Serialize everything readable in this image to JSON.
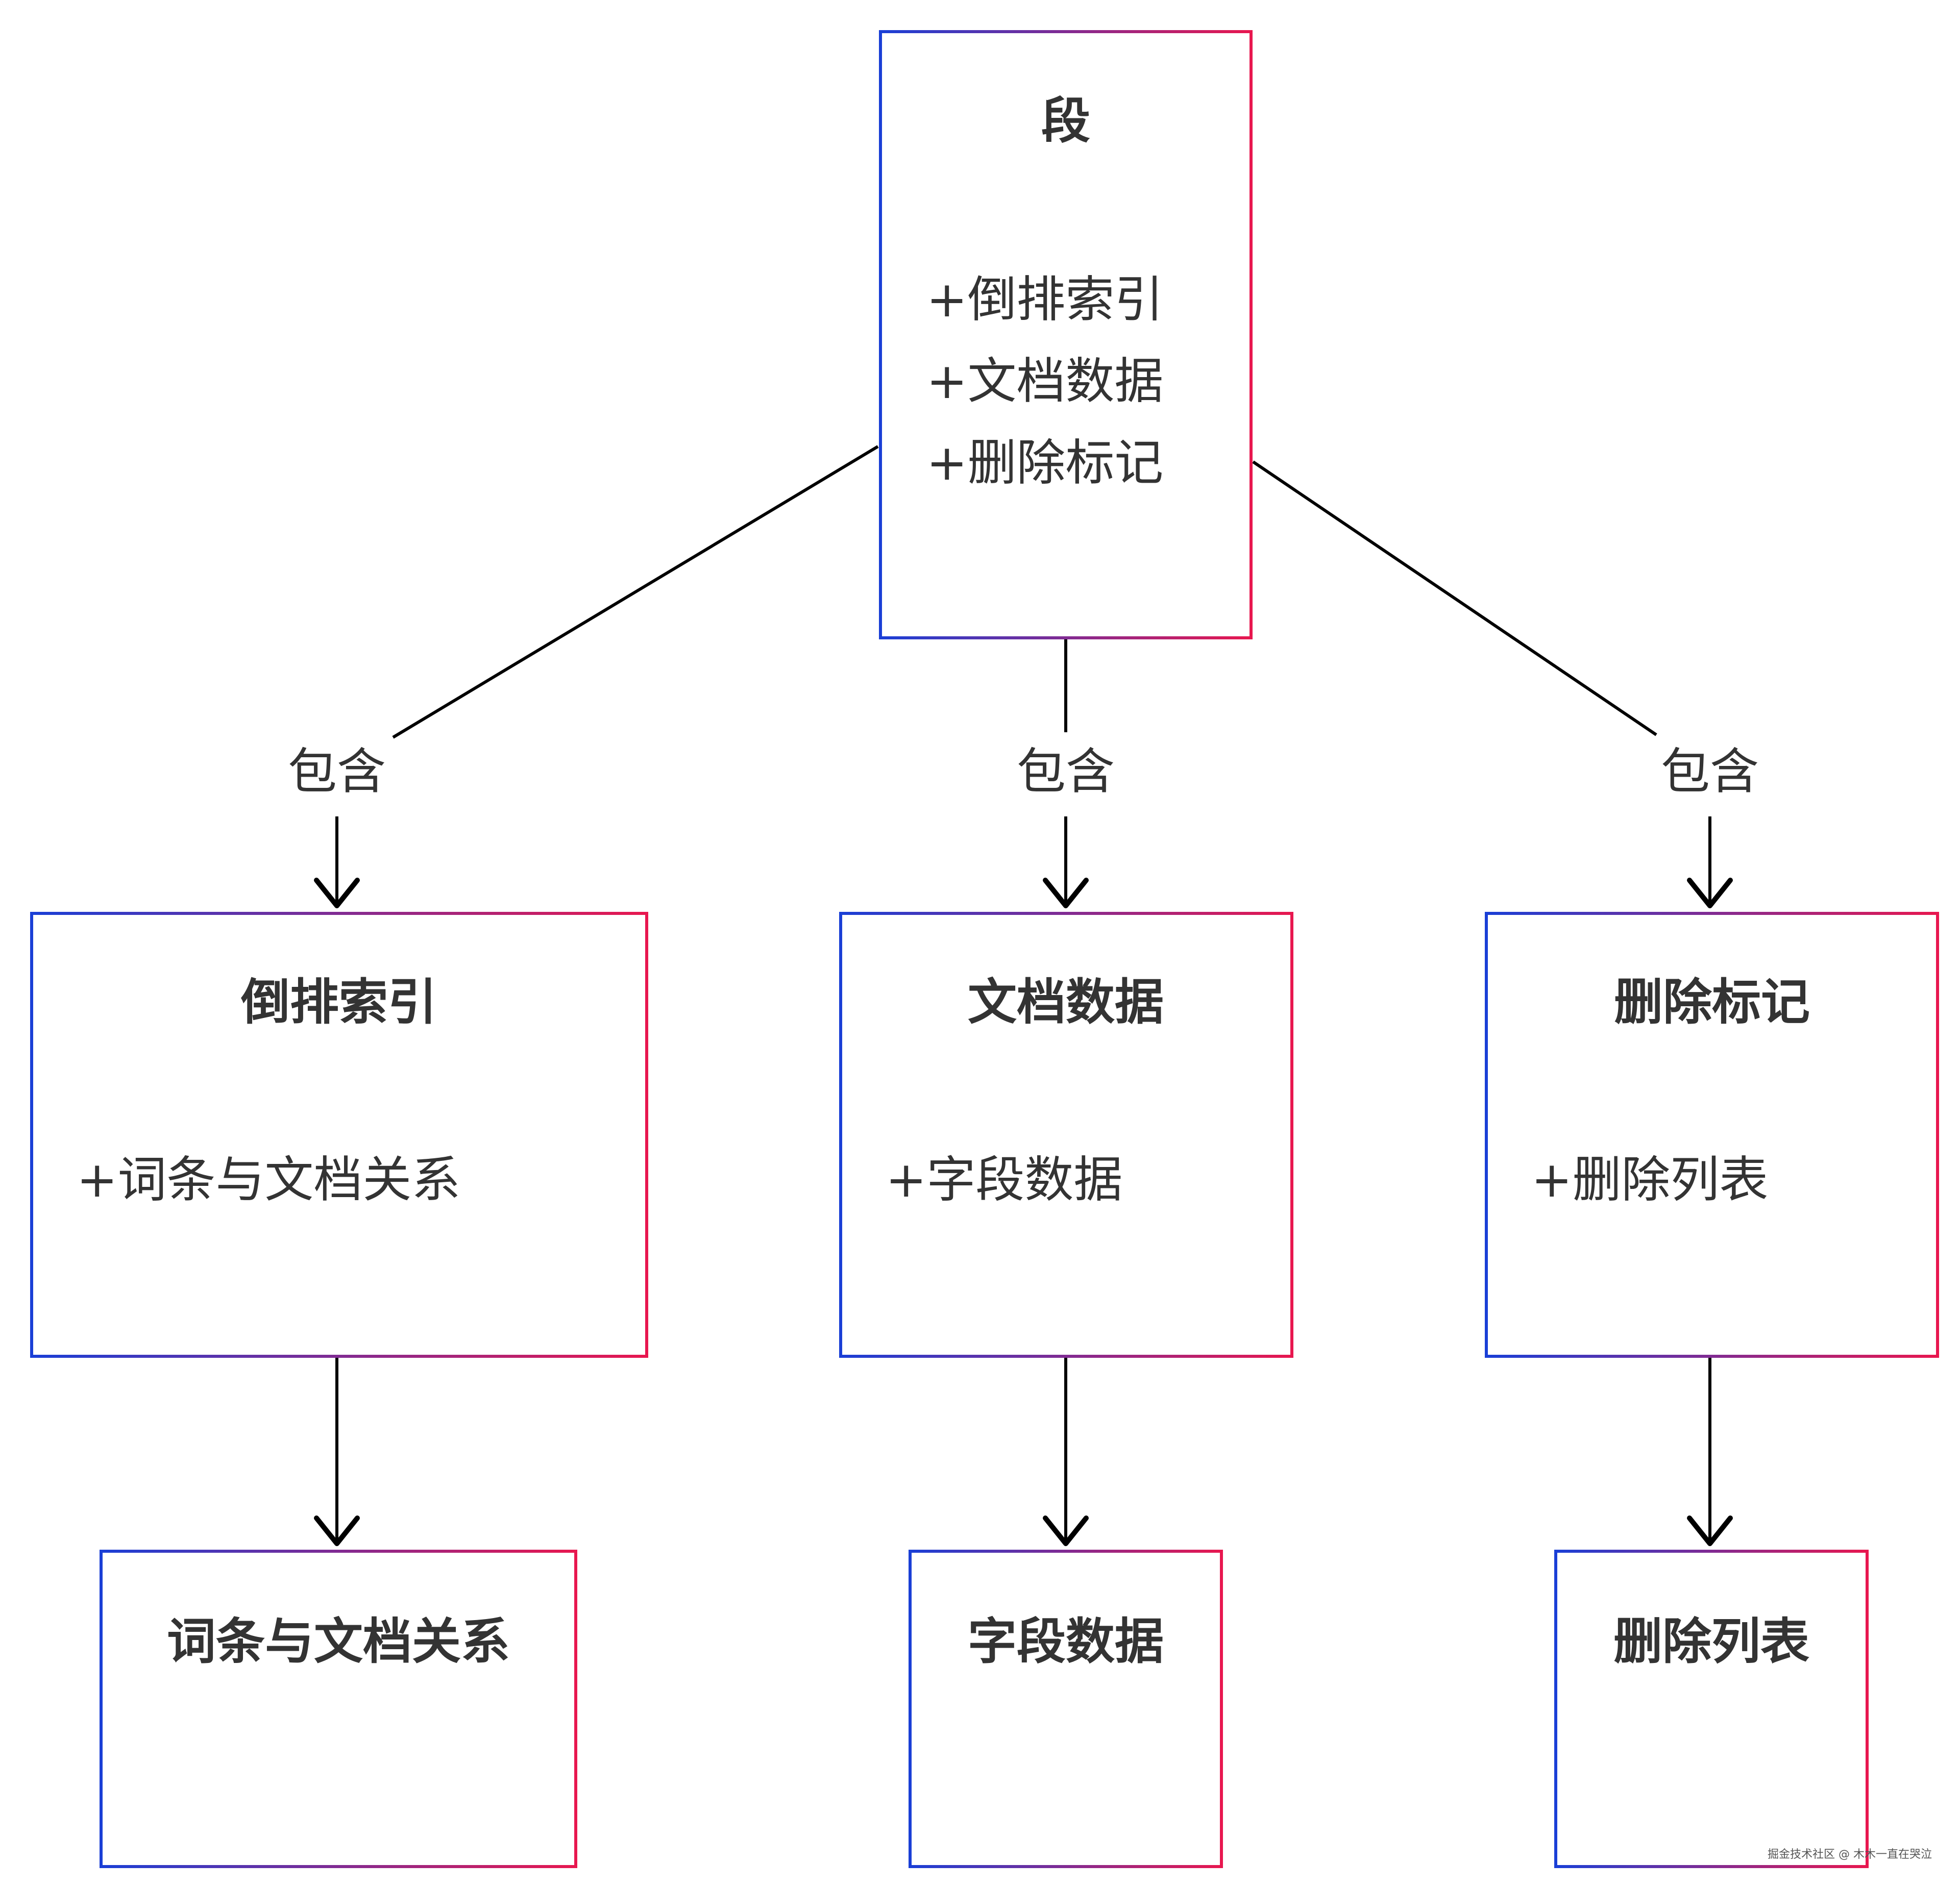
{
  "root": {
    "title": "段",
    "attributes": [
      "+倒排索引",
      "+文档数据",
      "+删除标记"
    ]
  },
  "edge_label": "包含",
  "children": [
    {
      "title": "倒排索引",
      "attributes": [
        "+词条与文档关系"
      ],
      "child": {
        "title": "词条与文档关系"
      }
    },
    {
      "title": "文档数据",
      "attributes": [
        "+字段数据"
      ],
      "child": {
        "title": "字段数据"
      }
    },
    {
      "title": "删除标记",
      "attributes": [
        "+删除列表"
      ],
      "child": {
        "title": "删除列表"
      }
    }
  ],
  "colors": {
    "border_start": "#1a3fd6",
    "border_end": "#e8174f",
    "line": "#000000",
    "text": "#333333"
  },
  "watermark": "掘金技术社区 @ 木木一直在哭泣"
}
